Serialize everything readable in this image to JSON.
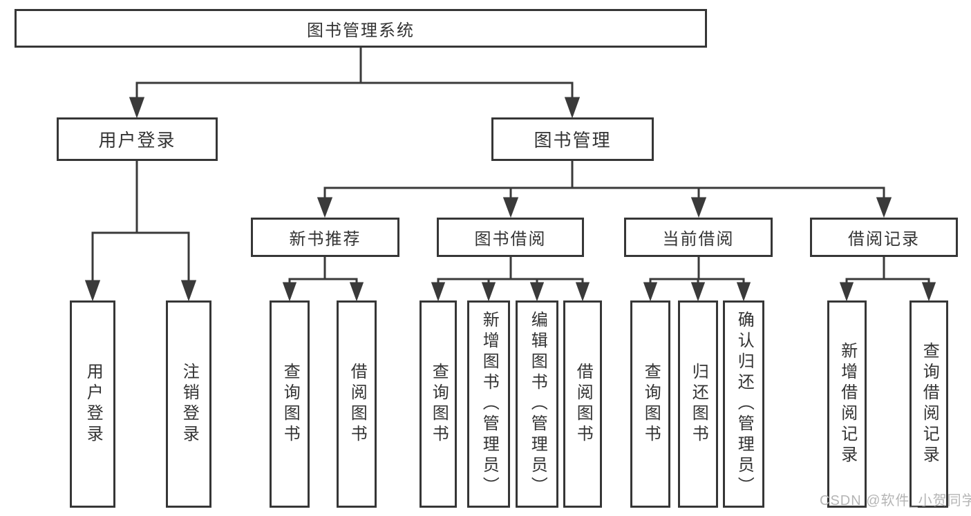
{
  "root": {
    "label": "图书管理系统"
  },
  "login": {
    "label": "用户登录",
    "children": [
      "用户登录",
      "注销登录"
    ]
  },
  "manage": {
    "label": "图书管理",
    "groups": [
      {
        "label": "新书推荐",
        "children": [
          "查询图书",
          "借阅图书"
        ]
      },
      {
        "label": "图书借阅",
        "children": [
          "查询图书",
          "新增图书（管理员）",
          "编辑图书（管理员）",
          "借阅图书"
        ]
      },
      {
        "label": "当前借阅",
        "children": [
          "查询图书",
          "归还图书",
          "确认归还（管理员）"
        ]
      },
      {
        "label": "借阅记录",
        "children": [
          "新增借阅记录",
          "查询借阅记录"
        ]
      }
    ]
  },
  "watermark": "CSDN @软件_小贺同学",
  "colors": {
    "box_border": "#363636",
    "connector_line": "#3a3a3a",
    "text": "#333333",
    "watermark": "#b5b5b5",
    "background": "#ffffff"
  }
}
